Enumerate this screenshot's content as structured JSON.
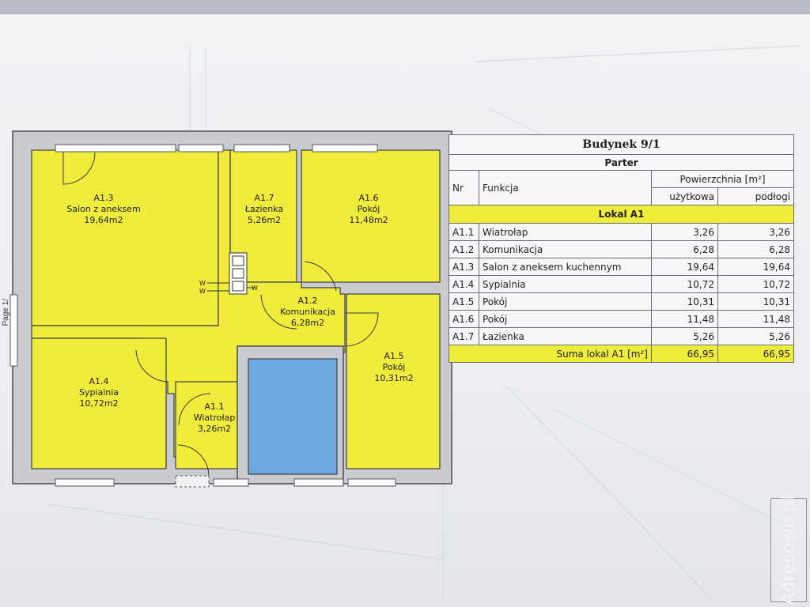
{
  "plan": {
    "page_tag": "Page 1/",
    "vent_marks": [
      "W",
      "W",
      "W"
    ],
    "rooms": [
      {
        "id": "A1.3",
        "name": "Salon z aneksem",
        "area": "19,64m2"
      },
      {
        "id": "A1.7",
        "name": "Łazienka",
        "area": "5,26m2"
      },
      {
        "id": "A1.6",
        "name": "Pokój",
        "area": "11,48m2"
      },
      {
        "id": "A1.2",
        "name": "Komunikacja",
        "area": "6,28m2"
      },
      {
        "id": "A1.4",
        "name": "Sypialnia",
        "area": "10,72m2"
      },
      {
        "id": "A1.1",
        "name": "Wiatrołap",
        "area": "3,26m2"
      },
      {
        "id": "A1.5",
        "name": "Pokój",
        "area": "10,31m2"
      }
    ],
    "colors": {
      "room_fill": "#f0ec3b",
      "shaft_fill": "#6fa8e0",
      "wall": "#c9cbcf"
    }
  },
  "table": {
    "title": "Budynek 9/1",
    "subtitle": "Parter",
    "col_nr": "Nr",
    "col_func": "Funkcja",
    "col_area": "Powierzchnia [m²]",
    "col_usable": "użytkowa",
    "col_floor": "podłogi",
    "unit": "Lokal A1",
    "rows": [
      {
        "nr": "A1.1",
        "func": "Wiatrołap",
        "usable": "3,26",
        "floor": "3,26"
      },
      {
        "nr": "A1.2",
        "func": "Komunikacja",
        "usable": "6,28",
        "floor": "6,28"
      },
      {
        "nr": "A1.3",
        "func": "Salon z aneksem kuchennym",
        "usable": "19,64",
        "floor": "19,64"
      },
      {
        "nr": "A1.4",
        "func": "Sypialnia",
        "usable": "10,72",
        "floor": "10,72"
      },
      {
        "nr": "A1.5",
        "func": "Pokój",
        "usable": "10,31",
        "floor": "10,31"
      },
      {
        "nr": "A1.6",
        "func": "Pokój",
        "usable": "11,48",
        "floor": "11,48"
      },
      {
        "nr": "A1.7",
        "func": "Łazienka",
        "usable": "5,26",
        "floor": "5,26"
      }
    ],
    "sum_label": "Suma lokal A1 [m²]",
    "sum_usable": "66,95",
    "sum_floor": "66,95"
  },
  "watermark": "Adresowo.pl"
}
